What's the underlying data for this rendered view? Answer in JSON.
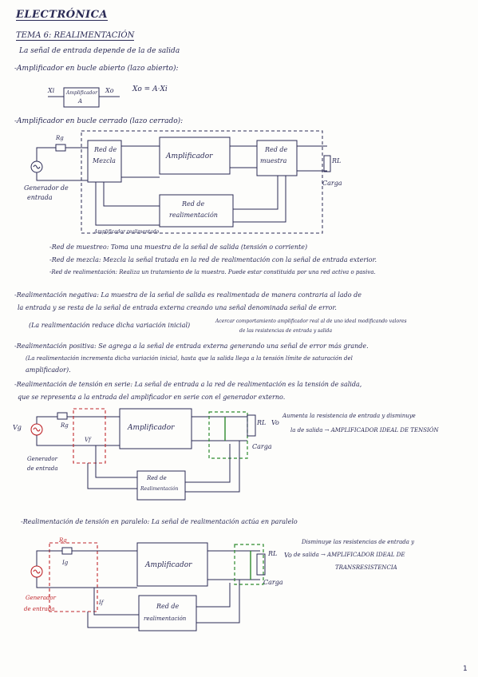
{
  "header": {
    "subject": "ELECTRÓNICA",
    "topic": "TEMA 6: REALIMENTACIÓN",
    "page_number": "1"
  },
  "intro": {
    "line1": "La señal de entrada depende de la de salida",
    "line2": "-Amplificador en bucle abierto (lazo abierto):",
    "open_loop": {
      "in_label": "Xi",
      "box_label_1": "Amplificador",
      "box_label_2": "A",
      "out_label": "Xo",
      "formula": "Xo = A·Xi"
    }
  },
  "closed_loop": {
    "heading": "-Amplificador en bucle cerrado (lazo cerrado):",
    "rg": "Rg",
    "mixer_1": "Red de",
    "mixer_2": "Mezcla",
    "amplifier": "Amplificador",
    "sample_1": "Red de",
    "sample_2": "muestra",
    "feedback_1": "Red de",
    "feedback_2": "realimentación",
    "rl": "RL",
    "load": "Carga",
    "generator_1": "Generador de",
    "generator_2": "entrada",
    "closed_amp": "Amplificador realimentado"
  },
  "definitions": [
    "-Red de muestreo: Toma una muestra de la señal de salida (tensión o corriente)",
    "-Red de mezcla: Mezcla la señal tratada en la red de realimentación con la señal de entrada exterior.",
    "-Red de realimentación: Realiza un tratamiento de la muestra. Puede estar constituida por una red activa o pasiva."
  ],
  "negative": {
    "line1": "-Realimentación negativa: La muestra de la señal de salida es realimentada de manera contraria al lado de",
    "line2": "la entrada y se resta de la señal de entrada externa creando una señal denominada señal de error.",
    "line3": "(La realimentación reduce dicha variación inicial)",
    "note1": "Acercar comportamiento amplificador real al de uno ideal modificando valores",
    "note2": "de las resistencias de entrada y salida"
  },
  "positive": {
    "line1": "-Realimentación positiva: Se agrega a la señal de entrada externa generando una señal de error más grande.",
    "line2": "(La realimentación incrementa dicha variación inicial, hasta que la salida llega a la tensión límite de saturación del",
    "line3": "amplificador)."
  },
  "series": {
    "line1": "-Realimentación de tensión en serie: La señal de entrada a la red de realimentación es la tensión de salida,",
    "line2": "que se representa a la entrada del amplificador en serie con el generador externo.",
    "note1": "Aumenta la resistencia de entrada y disminuye",
    "note2": "la de salida → AMPLIFICADOR IDEAL DE TENSIÓN",
    "vg": "Vg",
    "rg": "Rg",
    "vf": "Vf",
    "amplifier": "Amplificador",
    "rl": "RL",
    "vo": "Vo",
    "load": "Carga",
    "feedback_1": "Red de",
    "feedback_2": "Realimentación",
    "generator_1": "Generador",
    "generator_2": "de entrada"
  },
  "parallel": {
    "line1": "-Realimentación de tensión en paralelo: La señal de realimentación actúa en paralelo",
    "note1": "Disminuye las resistencias de entrada y",
    "note2": "de salida → AMPLIFICADOR IDEAL DE",
    "note3": "TRANSRESISTENCIA",
    "rg": "Rg",
    "ig": "Ig",
    "if": "If",
    "amplifier": "Amplificador",
    "rl": "RL",
    "vo": "Vo",
    "load": "Carga",
    "feedback_1": "Red de",
    "feedback_2": "realimentación",
    "generator_1": "Generador",
    "generator_2": "de entrada"
  },
  "colors": {
    "ink": "#2a2a55",
    "red": "#c0282d",
    "green": "#2e8b2e"
  }
}
